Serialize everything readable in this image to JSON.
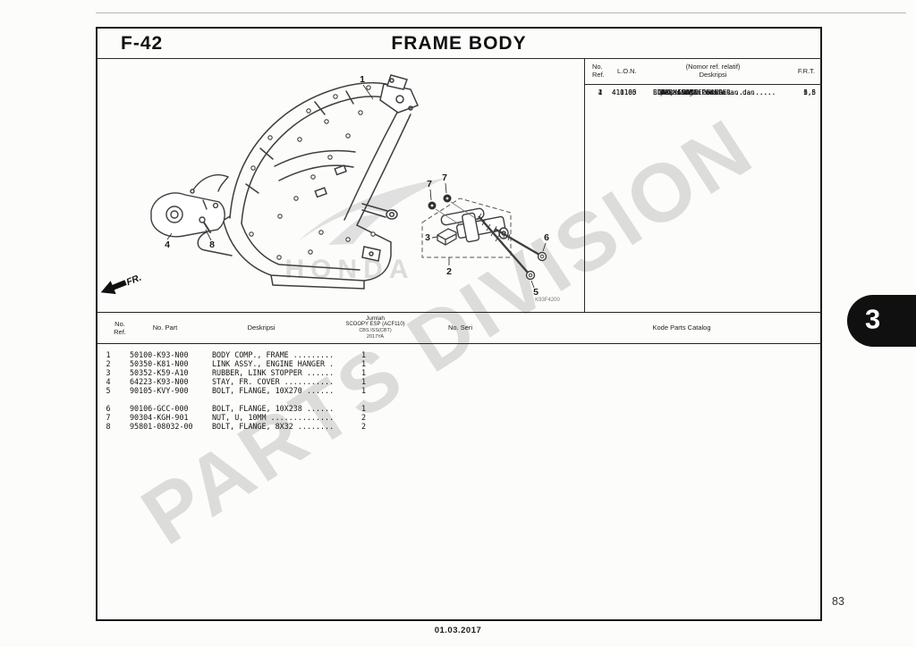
{
  "header": {
    "page_code": "F-42",
    "title": "FRAME BODY"
  },
  "ref_table": {
    "headers": {
      "no1": "No.",
      "no2": "Ref.",
      "lon": "L.O.N.",
      "desc1": "(Nomor ref. relatif)",
      "desc2": "Deskripsi",
      "frt": "F.R.T."
    },
    "rows": [
      {
        "ref": "1",
        "lon": "410100",
        "desc": "BODY, FRAME...................",
        "frt": "5,3",
        "note1": ".TERMASUK: Penurunan dan",
        "note2": "pemasangan mesin"
      },
      {
        "ref": "2",
        "lon": "410185",
        "desc": "LINK, ENGINE HANGER...........",
        "frt": "1,6",
        "note1": ".TERMASUK: Penurunan dan",
        "note2": "pemasangan mesin"
      },
      {
        "ref": "4",
        "lon": "411105",
        "desc": "STAY, FRONT COVER.............",
        "frt": "0,5",
        "note1": "",
        "note2": ""
      }
    ]
  },
  "parts_table": {
    "headers": {
      "no1": "No.",
      "no2": "Ref.",
      "part": "No. Part",
      "desc": "Deskripsi",
      "qty1": "Jumlah",
      "qty2": "SCOOPY ESP (ACF110)",
      "qty3": "CBS ISS(CBT)",
      "qty4": "2017YA",
      "seri": "No. Seri",
      "kode": "Kode Parts Catalog"
    },
    "rows": [
      {
        "ref": "1",
        "part": "50100-K93-N00",
        "desc": "BODY COMP., FRAME .........",
        "qty": "1"
      },
      {
        "ref": "2",
        "part": "50350-K81-N00",
        "desc": "LINK ASSY., ENGINE HANGER .",
        "qty": "1"
      },
      {
        "ref": "3",
        "part": "50352-K59-A10",
        "desc": "RUBBER, LINK STOPPER ......",
        "qty": "1"
      },
      {
        "ref": "4",
        "part": "64223-K93-N00",
        "desc": "STAY, FR. COVER ...........",
        "qty": "1"
      },
      {
        "ref": "5",
        "part": "90105-KVY-900",
        "desc": "BOLT, FLANGE, 10X270 ......",
        "qty": "1"
      },
      {
        "ref": "6",
        "part": "90106-GCC-000",
        "desc": "BOLT, FLANGE, 10X238 ......",
        "qty": "1"
      },
      {
        "ref": "7",
        "part": "90304-KGH-901",
        "desc": "NUT, U, 10MM ..............",
        "qty": "2"
      },
      {
        "ref": "8",
        "part": "95801-08032-00",
        "desc": "BOLT, FLANGE, 8X32 ........",
        "qty": "2"
      }
    ]
  },
  "diagram": {
    "callouts": {
      "c1": "1",
      "c2": "2",
      "c3": "3",
      "c4": "4",
      "c5": "5",
      "c6": "6",
      "c7a": "7",
      "c7b": "7",
      "c8": "8"
    },
    "fr_label": "FR.",
    "drawing_code": "K93F4200",
    "watermark_logo": "HONDA"
  },
  "watermark": {
    "text": "PARTS DIVISION"
  },
  "side_tab": {
    "label": "3"
  },
  "footer": {
    "date": "01.03.2017",
    "page_number": "83"
  },
  "colors": {
    "border": "#1a1a1a",
    "tab_bg": "#101010",
    "watermark_gray": "#9e9e9e"
  }
}
